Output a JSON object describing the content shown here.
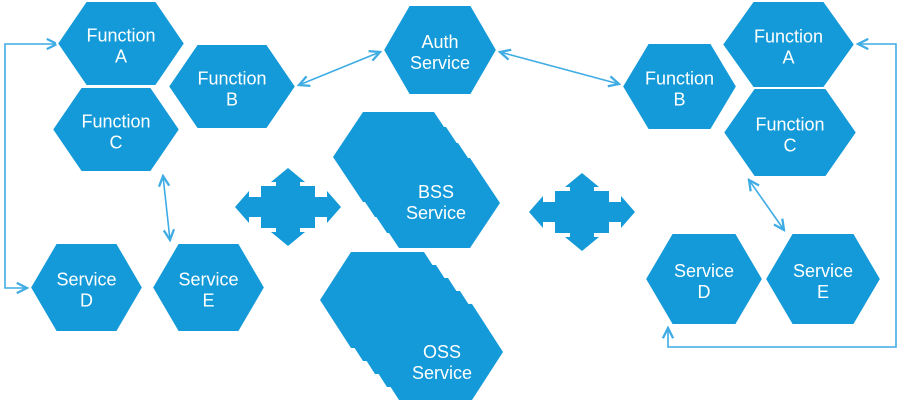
{
  "colors": {
    "shape": "#149ad8",
    "connector": "#3face4",
    "label": "#ffffff"
  },
  "left_cluster": {
    "function_a": {
      "line1": "Function",
      "line2": "A"
    },
    "function_b": {
      "line1": "Function",
      "line2": "B"
    },
    "function_c": {
      "line1": "Function",
      "line2": "C"
    },
    "service_d": {
      "line1": "Service",
      "line2": "D"
    },
    "service_e": {
      "line1": "Service",
      "line2": "E"
    }
  },
  "center": {
    "auth_service": {
      "line1": "Auth",
      "line2": "Service"
    },
    "bss_service": {
      "line1": "BSS",
      "line2": "Service"
    },
    "oss_service": {
      "line1": "OSS",
      "line2": "Service"
    }
  },
  "right_cluster": {
    "function_a": {
      "line1": "Function",
      "line2": "A"
    },
    "function_b": {
      "line1": "Function",
      "line2": "B"
    },
    "function_c": {
      "line1": "Function",
      "line2": "C"
    },
    "service_d": {
      "line1": "Service",
      "line2": "D"
    },
    "service_e": {
      "line1": "Service",
      "line2": "E"
    }
  },
  "icons": {
    "left_cross": "move-cross-arrow",
    "right_cross": "move-cross-arrow"
  }
}
